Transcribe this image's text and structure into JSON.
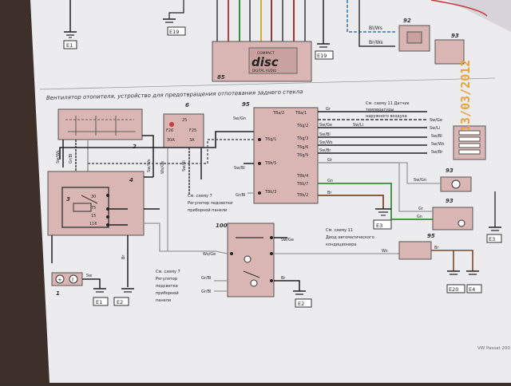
{
  "section_title": "Вентилятор отопителя, устройство для предотвращения отпотевания заднего стекла",
  "stamp_date": "13/03/2012",
  "footer": "VW Passat 200",
  "top_block": {
    "cd_label_1": "COMPACT",
    "cd_label_2": "disc",
    "cd_label_3": "DIGITAL AUDIO",
    "cd_number": "85",
    "ground_left": "E1",
    "ground_top": "E19",
    "ground_mid": "E19",
    "wire_bl_ws": "Bl/Ws",
    "wire_br_ws": "Br/Ws",
    "comp_92": "92",
    "comp_93": "93"
  },
  "components": {
    "c1": "1",
    "c2": "2",
    "c3": "3",
    "c4": "4",
    "c6": "6",
    "c25": "25",
    "c93": "93",
    "c95": "95",
    "c100": "100"
  },
  "grounds": {
    "e1": "E1",
    "e2_left": "E2",
    "e2_mid": "E2",
    "e3": "E3",
    "e3_right": "E3",
    "e20": "E20",
    "e4": "E4"
  },
  "fuse": {
    "f25": "F25",
    "f26": "F26",
    "a30": "30A",
    "a25": "25",
    "a3a": "3A"
  },
  "wires": {
    "sw": "Sw",
    "sw_ws": "Sw/Ws",
    "sw_bl": "Sw/Bl",
    "sw_gn": "Sw/Gn",
    "sw_ge": "Sw/Ge",
    "sw_li": "Sw/Li",
    "sw_ws_r": "Sw/Ws",
    "sw_ge_r": "Sw/Ge",
    "sw_bl_r": "Sw/Bl",
    "sw_br": "Sw/Br",
    "gr": "Gr",
    "gn": "Gn",
    "br": "Br",
    "ws_ge": "Ws/Ge",
    "gr_bl": "Gr/Bl",
    "ws": "Ws",
    "ws_br": "Br",
    "sw_ge_100": "Sw/Ge",
    "br_100": "Br",
    "gr_bl_2": "Gr/Bl",
    "gr_ws": "Gr/Ws",
    "gr_bl_left": "Gr/Bl"
  },
  "terminals": {
    "t8a2": "T8a/2",
    "t8a1": "T8a/1",
    "t6g2": "T6g/2",
    "t6g1": "T6g/1",
    "t6g3": "T6g/3",
    "t6g6": "T6g/6",
    "t6g5": "T6g/5",
    "t8b5": "T8b/5",
    "t8b4": "T8b/4",
    "t8b7": "T8b/7",
    "t8b3": "T8b/3",
    "t8b2": "T8b/2"
  },
  "notes": {
    "n1_l1": "См. схему 11 Датчик",
    "n1_l2": "температуры",
    "n1_l3": "наружного воздуха",
    "n2_l1": "См. схему 7",
    "n2_l2": "Регулятор подсветки",
    "n2_l3": "приборной панели",
    "n3_l1": "См. схему 11",
    "n3_l2": "Диод автоматического",
    "n3_l3": "кондиционера",
    "n4_l1": "См. схему 7",
    "n4_l2": "Регулятор",
    "n4_l3": "подсветки",
    "n4_l4": "приборной",
    "n4_l5": "панели"
  },
  "relay_pins": {
    "p30": "30",
    "p75": "75",
    "p15": "15",
    "p116": "116"
  },
  "switch_symbols": {
    "plus": "+",
    "minus": "I"
  }
}
